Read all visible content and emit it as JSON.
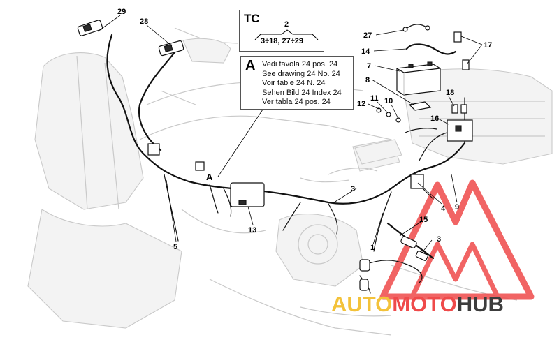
{
  "watermark": {
    "part1": "AUTO",
    "part2": "MOTO",
    "part3": "HUB",
    "colors": {
      "auto": "#f3c23a",
      "moto": "#ef4a4a",
      "hub": "#3c3c3c",
      "triangle": "#ef4a4a"
    }
  },
  "tc_box": {
    "title": "TC",
    "number": "2",
    "range": "3÷18, 27÷29"
  },
  "a_box": {
    "letter": "A",
    "lines": [
      "Vedi tavola 24 pos. 24",
      "See drawing 24 No. 24",
      "Voir table 24 N. 24",
      "Sehen Bild 24 Index 24",
      "Ver tabla 24 pos. 24"
    ]
  },
  "a_marker": "A",
  "callouts": {
    "c29": "29",
    "c28": "28",
    "c27": "27",
    "c14": "14",
    "c17": "17",
    "c7": "7",
    "c8": "8",
    "c18": "18",
    "c12": "12",
    "c11": "11",
    "c10": "10",
    "c16": "16",
    "c3a": "3",
    "c4": "4",
    "c9": "9",
    "c15": "15",
    "c3b": "3",
    "c13": "13",
    "c5": "5",
    "c1": "1"
  }
}
